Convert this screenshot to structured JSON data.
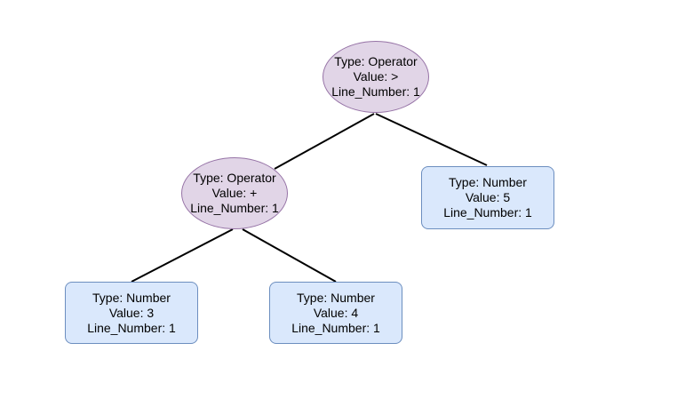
{
  "colors": {
    "operator_fill": "#e1d5e7",
    "operator_stroke": "#9673a6",
    "number_fill": "#dae8fc",
    "number_stroke": "#6c8ebf",
    "edge": "#000000"
  },
  "tree": {
    "root": {
      "shape": "ellipse",
      "type_line": "Type: Operator",
      "value_line": "Value: >",
      "line_line": "Line_Number: 1"
    },
    "plus": {
      "shape": "ellipse",
      "type_line": "Type: Operator",
      "value_line": "Value: +",
      "line_line": "Line_Number: 1"
    },
    "five": {
      "shape": "rounded-rectangle",
      "type_line": "Type: Number",
      "value_line": "Value: 5",
      "line_line": "Line_Number: 1"
    },
    "three": {
      "shape": "rounded-rectangle",
      "type_line": "Type: Number",
      "value_line": "Value: 3",
      "line_line": "Line_Number: 1"
    },
    "four": {
      "shape": "rounded-rectangle",
      "type_line": "Type: Number",
      "value_line": "Value: 4",
      "line_line": "Line_Number: 1"
    }
  },
  "edges": [
    {
      "from": "root",
      "to": "plus"
    },
    {
      "from": "root",
      "to": "five"
    },
    {
      "from": "plus",
      "to": "three"
    },
    {
      "from": "plus",
      "to": "four"
    }
  ]
}
